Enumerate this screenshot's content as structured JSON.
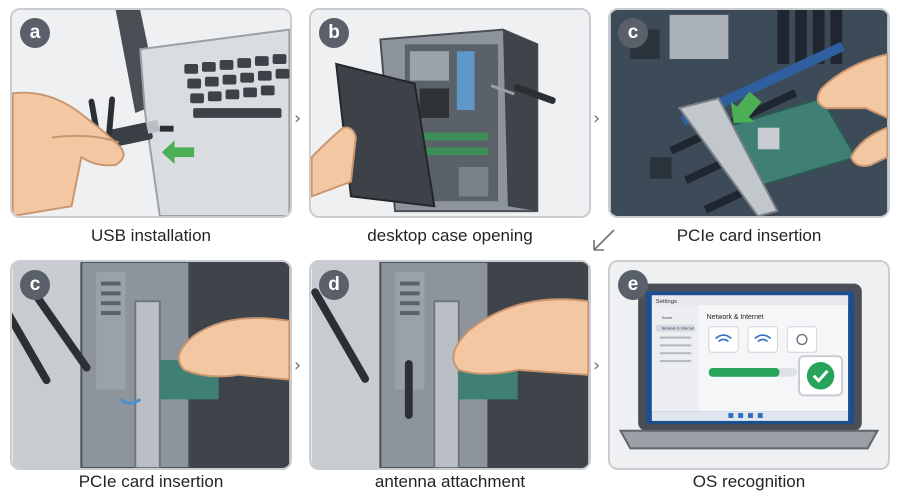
{
  "panels": [
    {
      "badge": "a",
      "caption": "USB installation",
      "icon": "usb-adapter-laptop-illustration"
    },
    {
      "badge": "b",
      "caption": "desktop case opening",
      "icon": "desktop-case-open-illustration"
    },
    {
      "badge": "c",
      "caption": "PCIe card insertion",
      "icon": "pcie-card-motherboard-illustration"
    },
    {
      "badge": "c",
      "caption": "PCIe card insertion",
      "icon": "pcie-card-rear-illustration"
    },
    {
      "badge": "d",
      "caption": "antenna attachment",
      "icon": "antenna-attach-illustration"
    },
    {
      "badge": "e",
      "caption": "OS recognition",
      "icon": "os-recognition-illustration"
    }
  ],
  "screen": {
    "window_title": "Settings",
    "section_title": "Network & Internet",
    "sidebar_items": [
      "Home",
      "Network & Internet",
      "",
      "",
      "",
      ""
    ]
  },
  "colors": {
    "panel_bg": "#f3f4f5",
    "border": "#c9ccd0",
    "badge": "#5a6069",
    "skin": "#f4c7a3",
    "pcb_green": "#3f7f74",
    "success_green": "#27a35a",
    "arrow": "#4cae55"
  }
}
